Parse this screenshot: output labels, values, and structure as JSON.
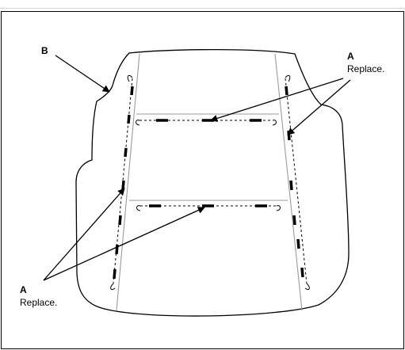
{
  "labels": {
    "b_letter": "B",
    "top_right_letter": "A",
    "top_right_note": "Replace.",
    "bottom_left_letter": "A",
    "bottom_left_note": "Replace."
  },
  "colors": {
    "line": "#000000",
    "frame_wire": "#9a9a9a",
    "background": "#ffffff"
  }
}
